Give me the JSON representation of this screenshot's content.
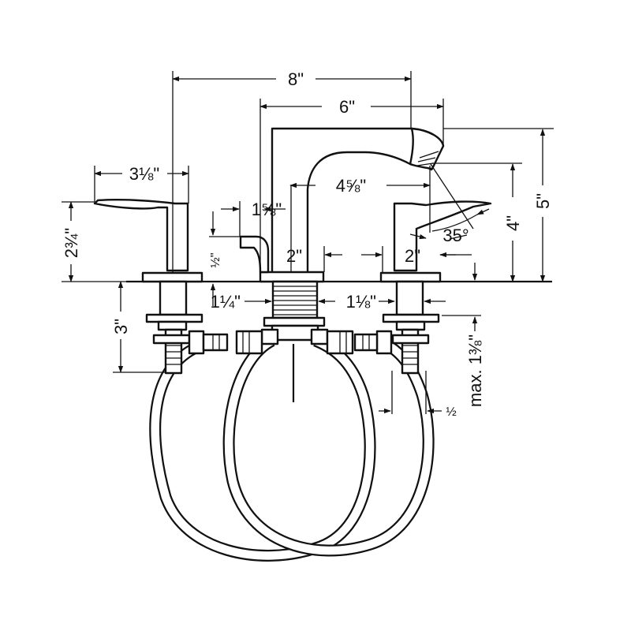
{
  "dimensions": {
    "overall_width": "8\"",
    "spout_reach": "6\"",
    "handle_depth": "3⅛\"",
    "handle_height": "2¾\"",
    "lever_offset": "1⅝\"",
    "lever_height": "½\"",
    "clearance_under_spout": "4⅝\"",
    "spout_base_gap": "2\"",
    "handle_base_gap": "2\"",
    "aerator_height": "4\"",
    "overall_height": "5\"",
    "spray_angle": "35°",
    "shank_length": "3\"",
    "spout_shank_dia": "1¼\"",
    "handle_shank_dia": "1⅛\"",
    "max_deck_thickness": "max. 1⅜\"",
    "connection_size": "½"
  },
  "colors": {
    "line": "#111111",
    "background": "#ffffff"
  }
}
